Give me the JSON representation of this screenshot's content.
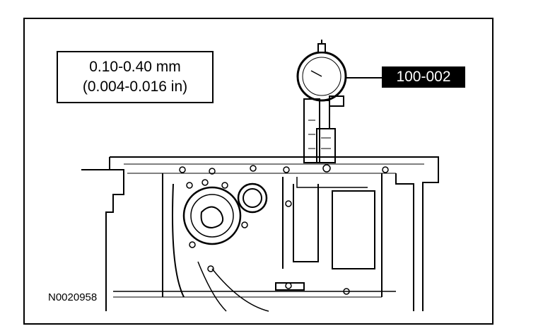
{
  "specification": {
    "metric": "0.10-0.40 mm",
    "imperial": "(0.004-0.016 in)"
  },
  "tool_callout": "100-002",
  "figure_id": "N0020958",
  "colors": {
    "ink": "#000000",
    "paper": "#ffffff",
    "label_bg": "#000000",
    "label_text": "#ffffff"
  }
}
